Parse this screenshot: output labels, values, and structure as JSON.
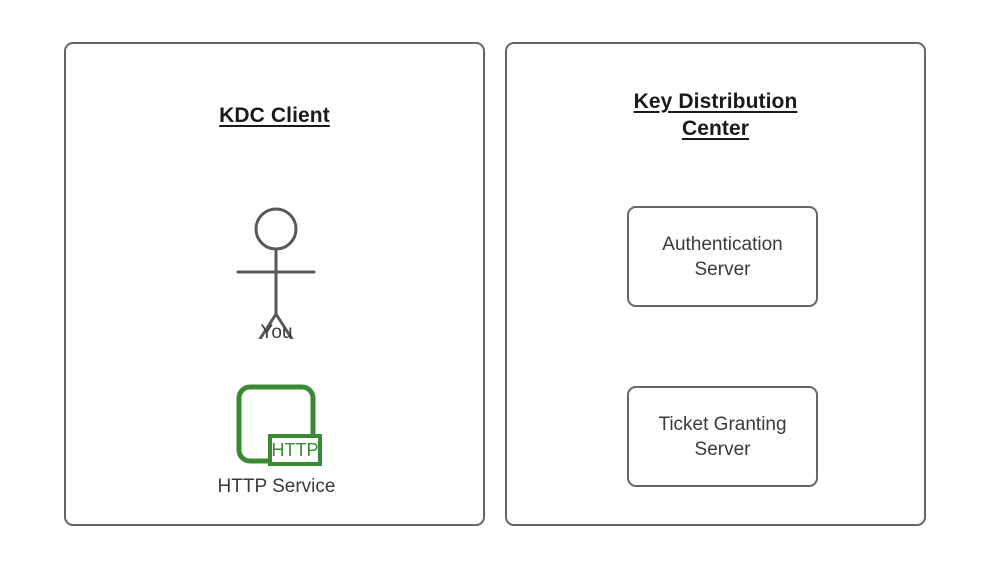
{
  "diagram": {
    "type": "kerberos-kdc-overview",
    "background_color": "#ffffff",
    "stroke_color": "#666666",
    "text_color": "#3a3a3a",
    "title_color": "#1a1a1a",
    "accent_green": "#3a8a33"
  },
  "panels": {
    "client": {
      "title": "KDC Client",
      "title_style": "bold-underline",
      "actor": {
        "icon": "stick-figure-person-icon",
        "label": "You"
      },
      "service": {
        "icon": "http-service-icon",
        "badge_text": "HTTP",
        "label": "HTTP Service",
        "color": "#3a8a33"
      }
    },
    "kdc": {
      "title_lines": [
        "Key Distribution",
        "Center"
      ],
      "title_style": "bold-underline",
      "boxes": [
        {
          "lines": [
            "Authentication",
            "Server"
          ]
        },
        {
          "lines": [
            "Ticket Granting",
            "Server"
          ]
        }
      ]
    }
  }
}
